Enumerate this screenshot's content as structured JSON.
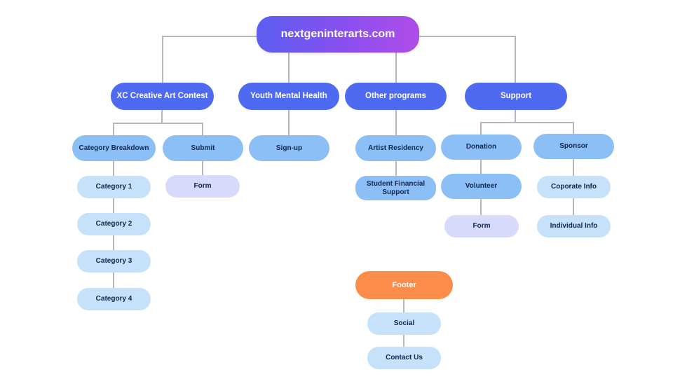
{
  "root": {
    "label": "nextgeninterarts.com"
  },
  "sections": {
    "contest": {
      "label": "XC Creative Art Contest",
      "category_breakdown": "Category Breakdown",
      "categories": [
        "Category 1",
        "Category 2",
        "Category 3",
        "Category 4"
      ],
      "submit": "Submit",
      "submit_form": "Form"
    },
    "mental_health": {
      "label": "Youth Mental Health",
      "signup": "Sign-up"
    },
    "other_programs": {
      "label": "Other programs",
      "artist_residency": "Artist Residency",
      "student_support": "Student Financial Support"
    },
    "support": {
      "label": "Support",
      "donation": "Donation",
      "volunteer": "Volunteer",
      "volunteer_form": "Form",
      "sponsor": "Sponsor",
      "corporate_info": "Coporate Info",
      "individual_info": "Individual Info"
    }
  },
  "footer": {
    "label": "Footer",
    "social": "Social",
    "contact": "Contact Us"
  },
  "colors": {
    "root_gradient": [
      "#5a5ff0",
      "#b04de8"
    ],
    "level1": "#4e6af0",
    "level2": "#8cbff6",
    "level3": "#c5e2fa",
    "form": "#d8dafb",
    "footer": "#fb8c4a",
    "connector": "#b3b7be"
  }
}
